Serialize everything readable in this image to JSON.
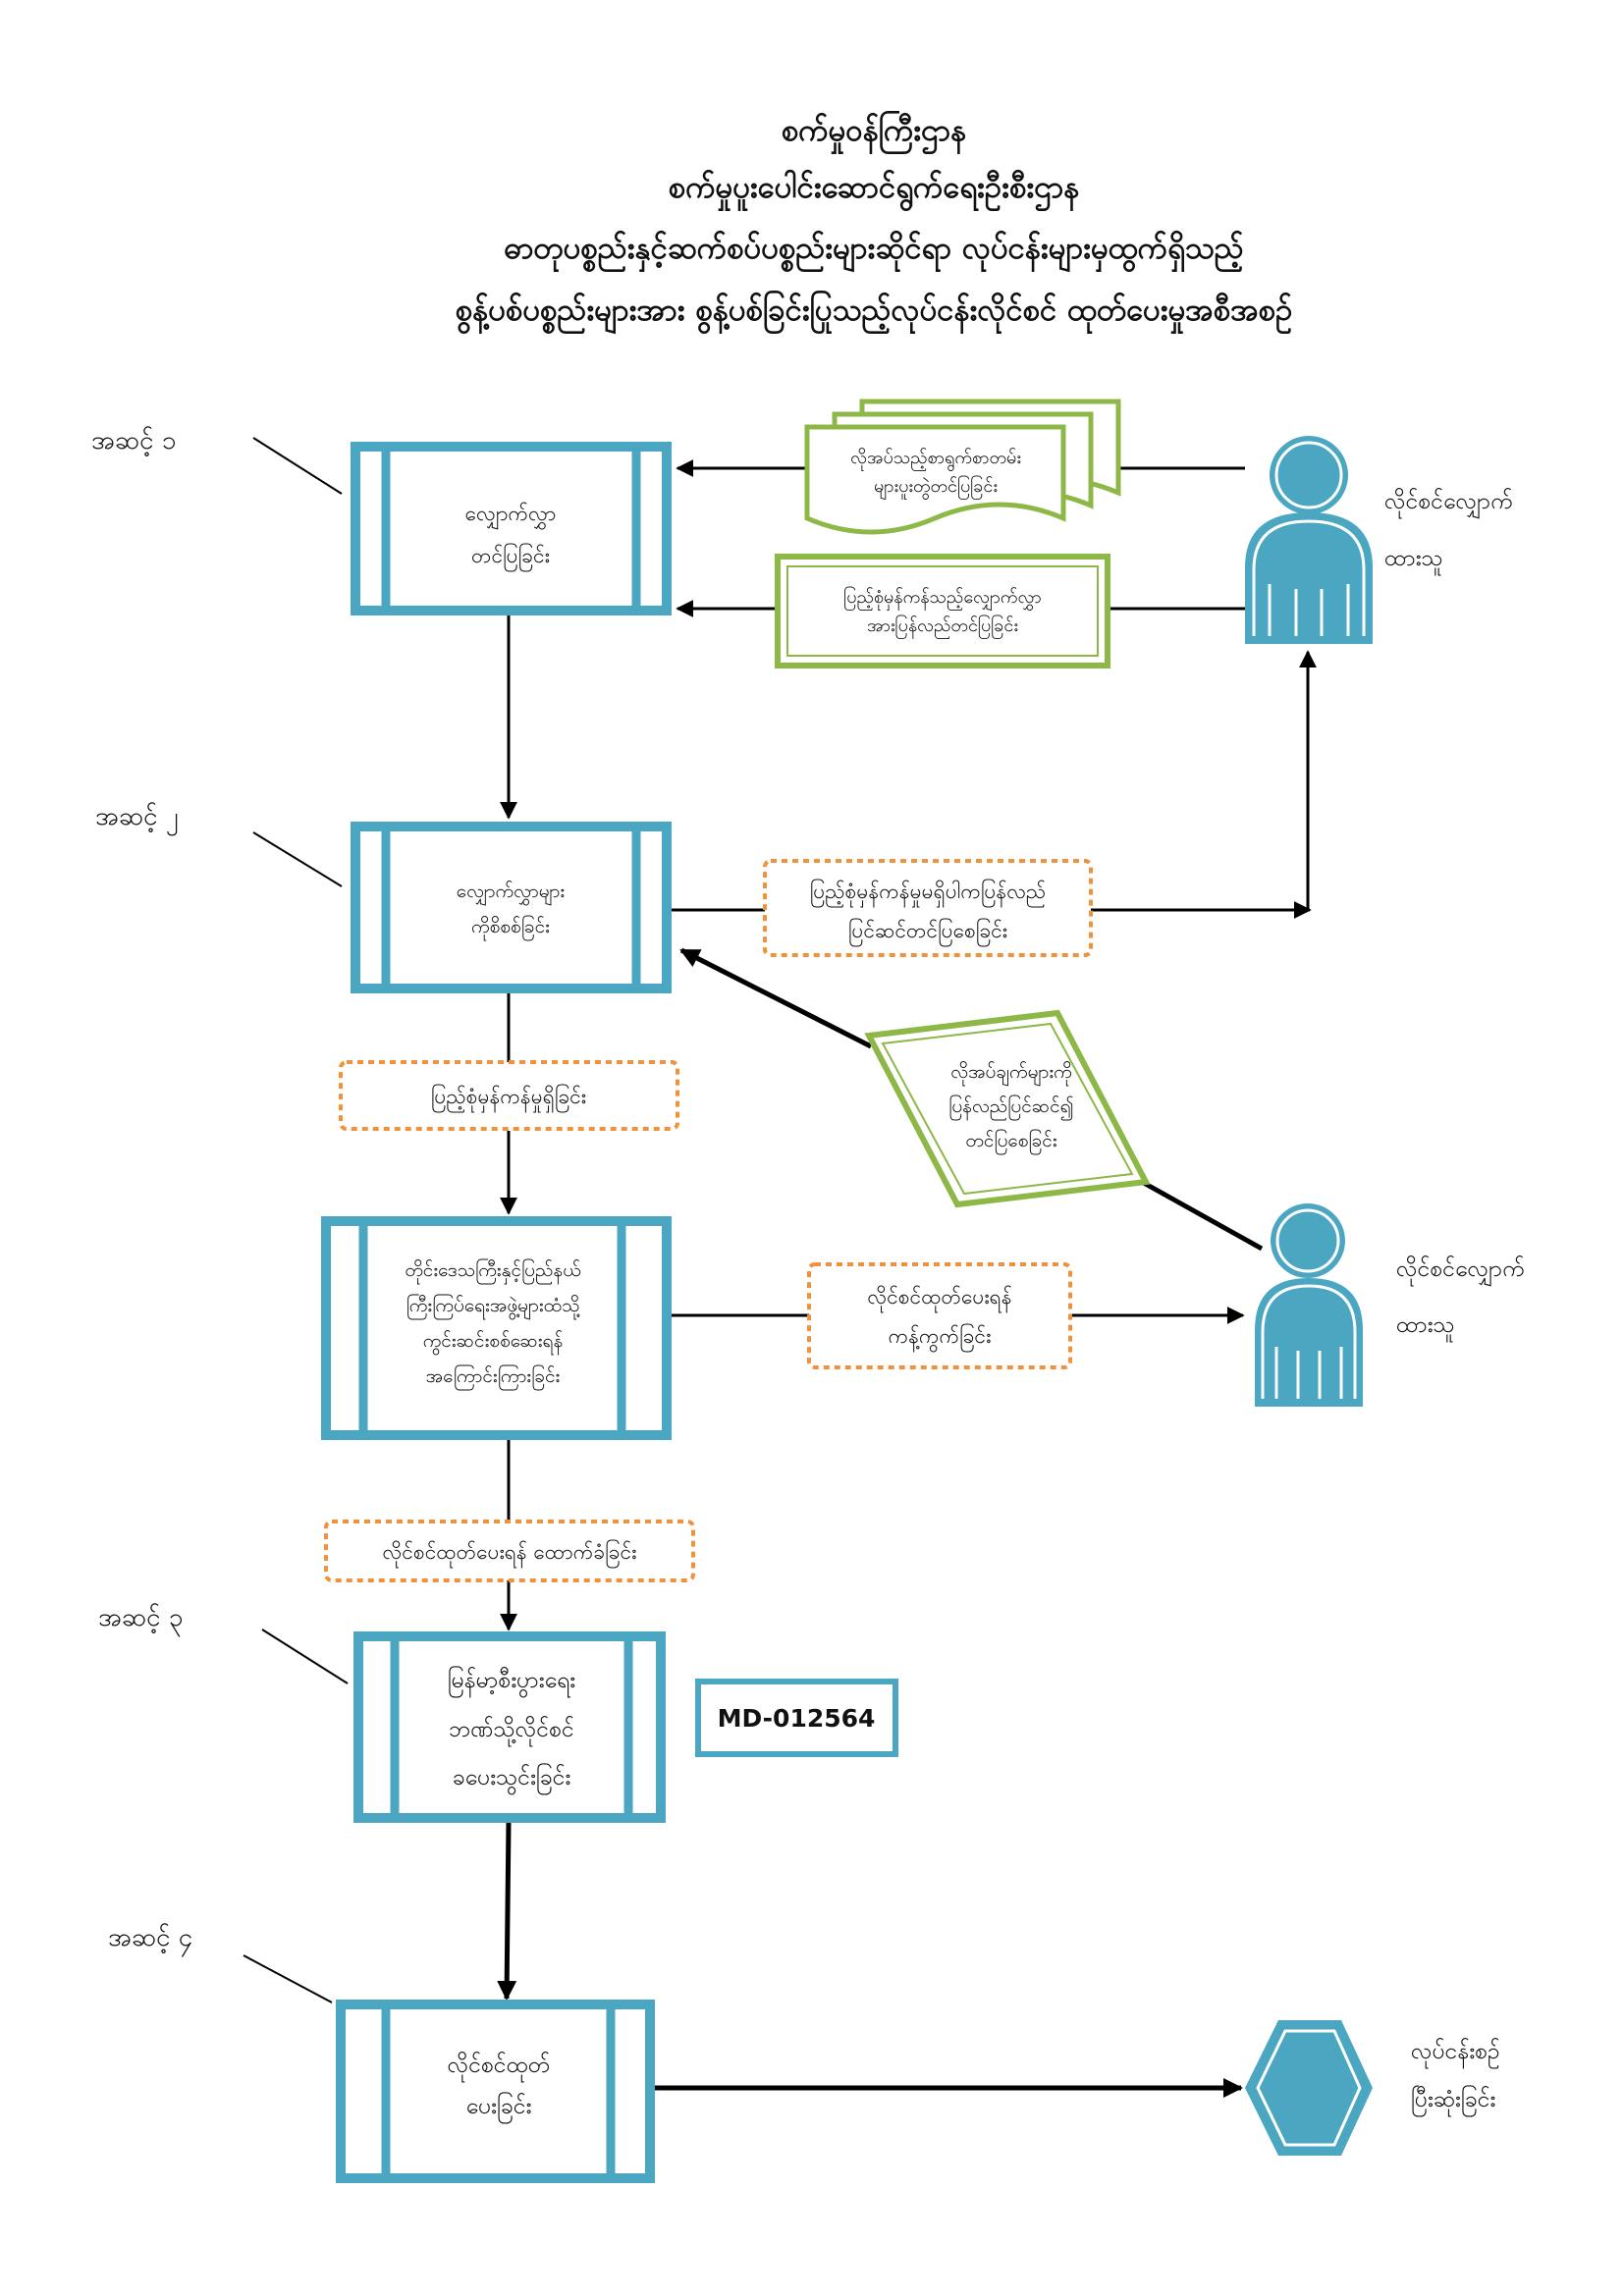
{
  "title": {
    "lines": [
      "စက်မှုဝန်ကြီးဌာန",
      "စက်မှုပူးပေါင်းဆောင်ရွက်ရေးဦးစီးဌာန",
      "ဓာတုပစ္စည်းနှင့်ဆက်စပ်ပစ္စည်းများဆိုင်ရာ လုပ်ငန်းများမှထွက်ရှိသည့်",
      "စွန့်ပစ်ပစ္စည်းများအား စွန့်ပစ်ခြင်းပြုသည့်လုပ်ငန်းလိုင်စင် ထုတ်ပေးမှုအစီအစဉ်"
    ]
  },
  "steps": [
    {
      "label": "အဆင့် ၁"
    },
    {
      "label": "အဆင့် ၂"
    },
    {
      "label": "အဆင့် ၃"
    },
    {
      "label": "အဆင့် ၄"
    }
  ],
  "process_boxes": {
    "submit_application": [
      "လျှောက်လွှာ",
      "တင်ပြခြင်း"
    ],
    "review_applications": [
      "လျှောက်လွှာများ",
      "ကိုစိစစ်ခြင်း"
    ],
    "notify_supervisory_bodies": [
      "တိုင်းဒေသကြီးနှင့်ပြည်နယ်",
      "ကြီးကြပ်ရေးအဖွဲ့များထံသို့",
      "ကွင်းဆင်းစစ်ဆေးရန်",
      "အကြောင်းကြားခြင်း"
    ],
    "pay_license_fee": [
      "မြန်မာ့စီးပွားရေး",
      "ဘဏ်သို့လိုင်စင်",
      "ခပေးသွင်းခြင်း"
    ],
    "issue_license": [
      "လိုင်စင်ထုတ်",
      "ပေးခြင်း"
    ]
  },
  "documents": {
    "attach_required_documents": [
      "လိုအပ်သည့်စာရွက်စာတမ်း",
      "များပူးတွဲတင်ပြခြင်း"
    ],
    "resubmit_complete_application": [
      "ပြည့်စုံမှန်ကန်သည့်လျှောက်လွှာ",
      "အားပြန်လည်တင်ပြခြင်း"
    ],
    "resubmit_requirements": [
      "လိုအပ်ချက်များကို",
      "ပြန်လည်ပြင်ဆင်၍",
      "တင်ပြစေခြင်း"
    ]
  },
  "decisions": {
    "incomplete_return": [
      "ပြည့်စုံမှန်ကန်မှုမရှိပါကပြန်လည်",
      "ပြင်ဆင်တင်ပြစေခြင်း"
    ],
    "complete": "ပြည့်စုံမှန်ကန်မှုရှိခြင်း",
    "object_to_issue": [
      "လိုင်စင်ထုတ်ပေးရန်",
      "ကန့်ကွက်ခြင်း"
    ],
    "recommend_issue": "လိုင်စင်ထုတ်ပေးရန် ထောက်ခံခြင်း"
  },
  "applicants": [
    {
      "icon": "person-icon",
      "label_lines": [
        "လိုင်စင်လျှောက်",
        "ထားသူ"
      ]
    },
    {
      "icon": "person-icon",
      "label_lines": [
        "လိုင်စင်လျှောက်",
        "ထားသူ"
      ]
    }
  ],
  "license_number": "MD-012564",
  "end": {
    "icon": "hexagon-end-icon",
    "label_lines": [
      "လုပ်ငန်းစဉ်",
      "ပြီးဆုံးခြင်း"
    ]
  },
  "colors": {
    "process_blue": "#4BA6C2",
    "document_green": "#8DB848",
    "decision_orange": "#F0923C",
    "connector": "#000000"
  }
}
